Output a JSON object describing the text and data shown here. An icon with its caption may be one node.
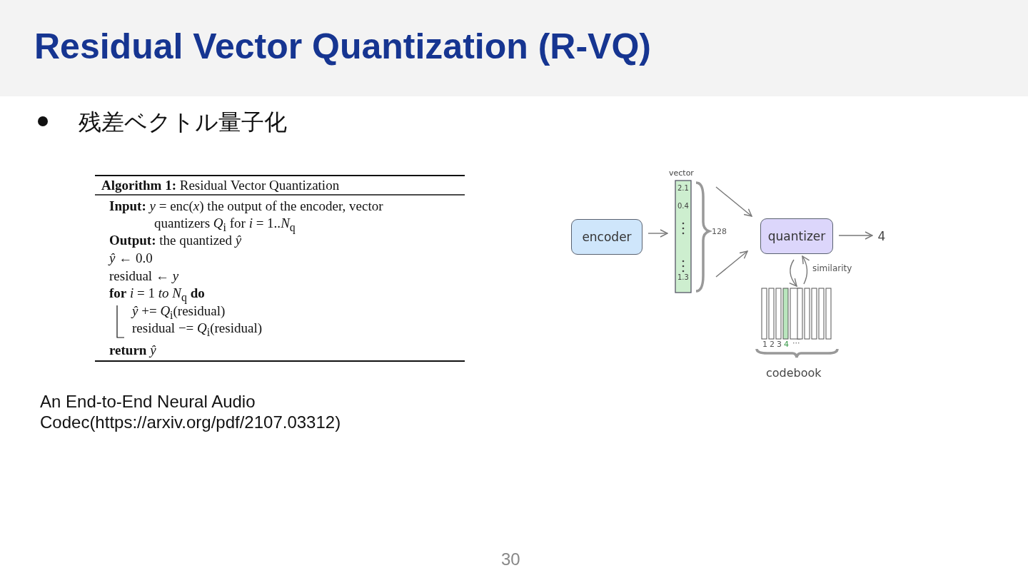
{
  "diagram": {
    "title": "Residual Vector Quantization (R-VQ)",
    "caption": "An End-to-End Neural Audio Codec(https://arxiv.org/pdf/2107.03312)",
    "nodes": [
      {
        "text": [
          "encoder"
        ]
      },
      {
        "text": [
          "vector",
          "2.1",
          "0.4",
          "1.3"
        ],
        "beside": [
          "128"
        ]
      },
      {
        "text": [
          "quantizer"
        ]
      },
      {
        "text": [
          "4"
        ]
      },
      {
        "text": [
          "codebook"
        ]
      }
    ],
    "edges": [
      {
        "from": 0,
        "to": 1,
        "arrow": "to"
      },
      {
        "from": 1,
        "to": 2,
        "arrow": "to"
      },
      {
        "from": 1,
        "to": 2,
        "arrow": "to"
      },
      {
        "from": 2,
        "to": 3,
        "arrow": "to"
      },
      {
        "from": 2,
        "to": 4,
        "arrow": "to"
      },
      {
        "from": 4,
        "to": 2,
        "arrow": "to",
        "label": "similarity"
      }
    ],
    "labels": [
      "残差ベクトル量子化",
      "**Algorithm 1:** Residual Vector Quantization",
      "**Input:** *y* = enc(*x*) the output of the encoder, vector quantizers *Q*$_{i}$ for *i* = 1..*N*$_{q}$",
      "**Output:** the quantized *ŷ*",
      "*ŷ* ← 0.0",
      "residual ← *y*",
      "**for** *i* = 1 *to N*$_{q}$ **do**",
      "*ŷ* += *Q*$_{i}$(residual)",
      "residual −= *Q*$_{i}$(residual)",
      "**return** *ŷ*",
      "1",
      "2",
      "3",
      "4",
      "···",
      "30"
    ]
  }
}
